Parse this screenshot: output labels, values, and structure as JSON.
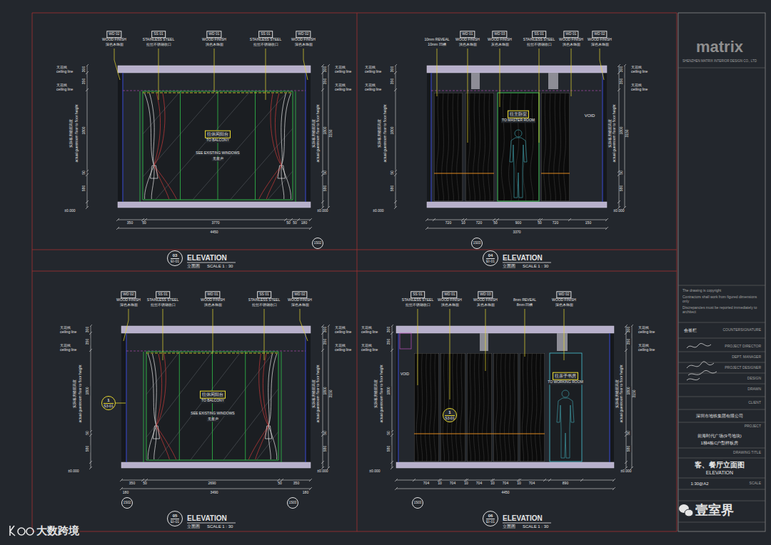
{
  "diagram": {
    "nodes": [
      {
        "text": [
          "1S02"
        ]
      },
      {
        "text": [
          "03",
          "EI-01"
        ]
      },
      {
        "text": [
          "1S03"
        ]
      },
      {
        "text": [
          "04",
          "EI-01"
        ]
      },
      {
        "text": [
          "1",
          "S3-01"
        ]
      },
      {
        "text": [
          "1S02"
        ]
      },
      {
        "text": [
          "1S03"
        ]
      },
      {
        "text": [
          "05",
          "EI-01"
        ]
      },
      {
        "text": [
          "1",
          "S3-01"
        ]
      },
      {
        "text": [
          "1S03"
        ]
      },
      {
        "text": [
          "06",
          "EI-01"
        ]
      }
    ],
    "labels": [
      "WD 02",
      "WOOD FINISH",
      "深色木饰面",
      "SS 01",
      "STAINLESS STEEL",
      "拉丝不锈钢收口",
      "WD 01",
      "WOOD FINISH",
      "浅色木饰面",
      "SS 01",
      "STAINLESS STEEL",
      "拉丝不锈钢收口",
      "WD 02",
      "WOOD FINISH",
      "深色木饰面",
      "往休闲阳台",
      "TO BALCONY",
      "SEE EXISTING WINDOWS",
      "见窗户",
      "天花线",
      "ceiling line",
      "天花线",
      "ceiling line",
      "实际客房楼层高度",
      "actual guestroom floor to floor height",
      "300",
      "350",
      "1800",
      "50",
      "580",
      "±0.000",
      "300",
      "350",
      "1800",
      "50",
      "580",
      "3150",
      "实际客房楼层高度",
      "actual guestroom floor to floor height",
      "天花线",
      "ceiling line",
      "天花线",
      "ceiling line",
      "±0.000",
      "350",
      "50",
      "3770",
      "50",
      "50",
      "180",
      "4450",
      "ELEVATION",
      "立面图",
      "SCALE 1 : 30",
      "10mm REVEAL",
      "10mm 凹槽",
      "WD 01",
      "WOOD FINISH",
      "浅色木饰面",
      "WD 03",
      "WOOD FINISH",
      "灰色木饰面",
      "SS 01",
      "STAINLESS STEEL",
      "拉丝不锈钢收口",
      "WD 01",
      "WOOD FINISH",
      "浅色木饰面",
      "WD 02",
      "WOOD FINISH",
      "深色木饰面",
      "往主卧室",
      "TO MASTER ROOM",
      "VOID",
      "天花线",
      "ceiling line",
      "天花线",
      "ceiling line",
      "实际客房楼层高度",
      "actual guestroom floor to floor height",
      "300",
      "350",
      "1800",
      "50",
      "580",
      "±0.000",
      "300",
      "350",
      "1800",
      "50",
      "580",
      "3150",
      "实际客房楼层高度",
      "actual guestroom floor to floor height",
      "天花线",
      "ceiling line",
      "天花线",
      "ceiling line",
      "±0.000",
      "720",
      "10",
      "720",
      "50",
      "900",
      "50",
      "720",
      "150",
      "3370",
      "ELEVATION",
      "立面图",
      "SCALE 1 : 30",
      "WD 02",
      "WOOD FINISH",
      "深色木饰面",
      "SS 01",
      "STAINLESS STEEL",
      "拉丝不锈钢收口",
      "WD 01",
      "WOOD FINISH",
      "浅色木饰面",
      "SS 01",
      "STAINLESS STEEL",
      "拉丝不锈钢收口",
      "WD 02",
      "WOOD FINISH",
      "深色木饰面",
      "往休闲阳台",
      "TO BALCONY",
      "SEE EXISTING WINDOWS",
      "见窗户",
      "天花线",
      "ceiling line",
      "天花线",
      "ceiling line",
      "实际客房楼层高度",
      "actual guestroom floor to floor height",
      "300",
      "350",
      "1800",
      "50",
      "580",
      "±0.000",
      "300",
      "350",
      "1800",
      "50",
      "580",
      "3150",
      "实际客房楼层高度",
      "actual guestroom floor to floor height",
      "天花线",
      "ceiling line",
      "天花线",
      "ceiling line",
      "±0.000",
      "350",
      "50",
      "2690",
      "50",
      "350",
      "180",
      "180",
      "3490",
      "ELEVATION",
      "立面图",
      "SCALE 1 : 30",
      "SS 01",
      "STAINLESS STEEL",
      "拉丝不锈钢收口",
      "WD 01",
      "WOOD FINISH",
      "浅色木饰面",
      "WD 03",
      "WOOD FINISH",
      "灰色木饰面",
      "8mm REVEAL",
      "8mm 凹槽",
      "WD 02",
      "WOOD FINISH",
      "深色木饰面",
      "往亲子书房",
      "TO WORKING ROOM",
      "VOID",
      "天花线",
      "ceiling line",
      "天花线",
      "ceiling line",
      "实际客房楼层高度",
      "actual guestroom floor to floor height",
      "300",
      "350",
      "1800",
      "50",
      "580",
      "±0.000",
      "300",
      "350",
      "1800",
      "50",
      "580",
      "3150",
      "实际客房楼层高度",
      "actual guestroom floor to floor height",
      "天花线",
      "ceiling line",
      "天花线",
      "ceiling line",
      "±0.000",
      "704",
      "10",
      "704",
      "10",
      "704",
      "10",
      "704",
      "10",
      "704",
      "890",
      "4450",
      "ELEVATION",
      "立面图",
      "SCALE 1 : 30",
      "matrix",
      "SHENZHEN MATRIX INTERIOR DESIGN CO., LTD",
      "The drawing is copyright",
      "Contractors shall work from figured dimensions only",
      "Discrepancies must be reported immediately to architect",
      "会签栏",
      "COUNTERSIGNATURE",
      "PROJECT DIRECTOR",
      "DEPT. MANAGER",
      "PROJECT DESIGNER",
      "DESIGN",
      "DRAWN",
      "CLIENT",
      "深圳市地铁集团有限公司",
      "PROJECT",
      "前海时代广场(9号地块)",
      "1梯4栋C户型样板房",
      "DRAWING TITLE",
      "客、餐厅立面图",
      "ELEVATION",
      "1:30@A2",
      "SCALE",
      "大数跨境",
      "壹室界"
    ]
  }
}
